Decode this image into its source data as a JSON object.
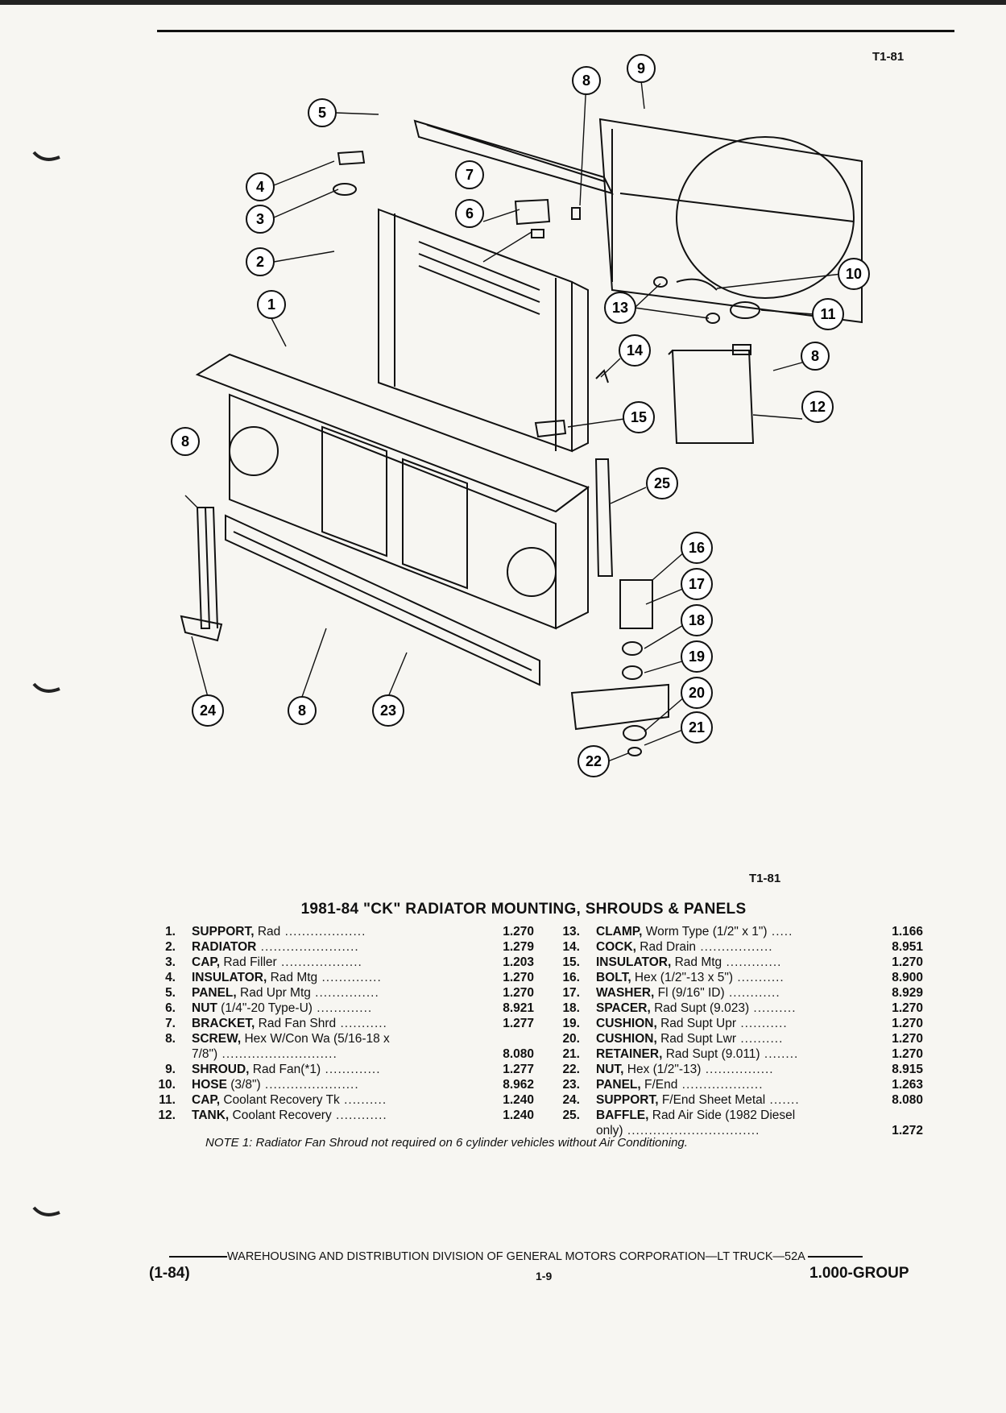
{
  "ref_code": "T1-81",
  "title": "1981-84 \"CK\" RADIATOR MOUNTING, SHROUDS & PANELS",
  "parts_left": [
    {
      "num": "1.",
      "name": "SUPPORT,",
      "desc": " Rad",
      "dots": " ...................",
      "code": "1.270"
    },
    {
      "num": "2.",
      "name": "RADIATOR",
      "desc": "",
      "dots": " .......................",
      "code": "1.279"
    },
    {
      "num": "3.",
      "name": "CAP,",
      "desc": " Rad Filler",
      "dots": " ...................",
      "code": "1.203"
    },
    {
      "num": "4.",
      "name": "INSULATOR,",
      "desc": " Rad Mtg",
      "dots": " ..............",
      "code": "1.270"
    },
    {
      "num": "5.",
      "name": "PANEL,",
      "desc": " Rad Upr Mtg",
      "dots": " ...............",
      "code": "1.270"
    },
    {
      "num": "6.",
      "name": "NUT",
      "desc": " (1/4\"-20 Type-U)",
      "dots": " .............",
      "code": "8.921"
    },
    {
      "num": "7.",
      "name": "BRACKET,",
      "desc": " Rad Fan Shrd",
      "dots": " ...........",
      "code": "1.277"
    },
    {
      "num": "8.",
      "name": "SCREW,",
      "desc": " Hex W/Con Wa (5/16-18 x",
      "dots": "",
      "code": ""
    },
    {
      "num": "",
      "name": "",
      "desc": "7/8\")",
      "dots": " ...........................",
      "code": "8.080"
    },
    {
      "num": "9.",
      "name": "SHROUD,",
      "desc": " Rad Fan(*1)",
      "dots": " .............",
      "code": "1.277"
    },
    {
      "num": "10.",
      "name": "HOSE",
      "desc": " (3/8\")",
      "dots": " ......................",
      "code": "8.962"
    },
    {
      "num": "11.",
      "name": "CAP,",
      "desc": " Coolant Recovery Tk",
      "dots": " ..........",
      "code": "1.240"
    },
    {
      "num": "12.",
      "name": "TANK,",
      "desc": " Coolant Recovery",
      "dots": " ............",
      "code": "1.240"
    }
  ],
  "parts_right": [
    {
      "num": "13.",
      "name": "CLAMP,",
      "desc": " Worm Type (1/2\" x 1\")",
      "dots": " .....",
      "code": "1.166"
    },
    {
      "num": "14.",
      "name": "COCK,",
      "desc": " Rad Drain",
      "dots": " .................",
      "code": "8.951"
    },
    {
      "num": "15.",
      "name": "INSULATOR,",
      "desc": " Rad Mtg",
      "dots": " .............",
      "code": "1.270"
    },
    {
      "num": "16.",
      "name": "BOLT,",
      "desc": " Hex (1/2\"-13 x 5\")",
      "dots": " ...........",
      "code": "8.900"
    },
    {
      "num": "17.",
      "name": "WASHER,",
      "desc": " Fl (9/16\" ID)",
      "dots": " ............",
      "code": "8.929"
    },
    {
      "num": "18.",
      "name": "SPACER,",
      "desc": " Rad Supt (9.023)",
      "dots": " ..........",
      "code": "1.270"
    },
    {
      "num": "19.",
      "name": "CUSHION,",
      "desc": " Rad Supt Upr",
      "dots": " ...........",
      "code": "1.270"
    },
    {
      "num": "20.",
      "name": "CUSHION,",
      "desc": " Rad Supt Lwr",
      "dots": " ..........",
      "code": "1.270"
    },
    {
      "num": "21.",
      "name": "RETAINER,",
      "desc": " Rad Supt (9.011)",
      "dots": " ........",
      "code": "1.270"
    },
    {
      "num": "22.",
      "name": "NUT,",
      "desc": " Hex (1/2\"-13)",
      "dots": " ................",
      "code": "8.915"
    },
    {
      "num": "23.",
      "name": "PANEL,",
      "desc": " F/End",
      "dots": " ...................",
      "code": "1.263"
    },
    {
      "num": "24.",
      "name": "SUPPORT,",
      "desc": " F/End Sheet Metal",
      "dots": " .......",
      "code": "8.080"
    },
    {
      "num": "25.",
      "name": "BAFFLE,",
      "desc": " Rad Air Side (1982 Diesel",
      "dots": "",
      "code": ""
    },
    {
      "num": "",
      "name": "",
      "desc": "only)",
      "dots": " ...............................",
      "code": "1.272"
    }
  ],
  "note": "NOTE 1: Radiator Fan Shroud not required on 6 cylinder vehicles without Air Conditioning.",
  "footer": {
    "publisher": "WAREHOUSING AND DISTRIBUTION  DIVISION OF GENERAL MOTORS CORPORATION—LT TRUCK—52A",
    "date": "(1-84)",
    "page": "1-9",
    "group": "1.000-GROUP"
  },
  "callouts": [
    "1",
    "2",
    "3",
    "4",
    "5",
    "6",
    "7",
    "8",
    "9",
    "10",
    "11",
    "12",
    "13",
    "14",
    "15",
    "16",
    "17",
    "18",
    "19",
    "20",
    "21",
    "22",
    "23",
    "24",
    "25"
  ]
}
